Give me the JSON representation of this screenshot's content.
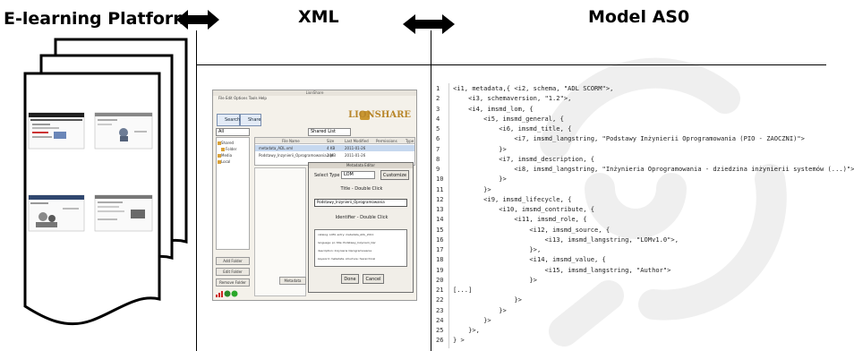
{
  "header": {
    "elearning_title": "E-learning Platform",
    "xml_title": "XML",
    "model_title": "Model AS0"
  },
  "xml_screenshot": {
    "window_title": "LionShare",
    "menu": "File  Edit  Options  Tools  Help",
    "tab_search": "Search",
    "tab_share": "Share",
    "logo": "LIONSHARE",
    "combo_left": "All",
    "combo_mid": "Shared List",
    "tree_items": [
      "Shared",
      "Folder",
      "Media",
      "Local"
    ],
    "grid_headers": [
      "File Name",
      "Size",
      "Last Modified",
      "Permissions",
      "Type"
    ],
    "grid_rows": [
      [
        "metadata_ADL.xml",
        "4 KB",
        "2011-01-26",
        "",
        ""
      ],
      [
        "Podstawy_Inzynierii_Oprogramowania.zip",
        "2 MB",
        "2011-01-26",
        "",
        ""
      ]
    ],
    "dialog_title": "Metadata Editor",
    "dialog_select_label": "Select Type",
    "dialog_select_value": "LOM",
    "dialog_browse": "Customize",
    "dialog_section1": "Title - Double Click",
    "dialog_input": "Podstawy_Inzynierii_Oprogramowania",
    "dialog_section2": "Identifier - Double Click",
    "dialog_list": [
      "catalog: LOM, entry: metadata_ADL_2011",
      "language: pl, title: Podstawy_Inzynierii_Opr",
      "description: Inzynieria Oprogramowania",
      "keyword: metadata, structure: hierarchical"
    ],
    "btn_done": "Done",
    "btn_cancel": "Cancel",
    "btn_add_folder": "Add Folder",
    "btn_edit_folder": "Edit Folder",
    "btn_remove_folder": "Remove Folder",
    "btn_metadata": "Metadata"
  },
  "code": {
    "line_numbers": [
      "1",
      "2",
      "3",
      "4",
      "5",
      "6",
      "7",
      "8",
      "9",
      "10",
      "11",
      "12",
      "13",
      "14",
      "15",
      "16",
      "17",
      "18",
      "19",
      "20",
      "21",
      "22",
      "23",
      "24",
      "25",
      "26"
    ],
    "lines": [
      "<i1, metadata,{ <i2, schema, \"ADL SCORM\">,",
      "    <i3, schemaversion, \"1.2\">,",
      "    <i4, imsmd_lom, {",
      "        <i5, imsmd_general, {",
      "            <i6, imsmd_title, {",
      "                <i7, imsmd_langstring, \"Podstawy Inżynierii Oprogramowania (PIO - ZAOCZNI)\">",
      "            }>",
      "            <i7, imsmd_description, {",
      "                <i8, imsmd_langstring, \"Inżynieria Oprogramowania - dziedzina inżynierii systemów (...)\">",
      "            }>",
      "        }>",
      "        <i9, imsmd_lifecycle, {",
      "            <i10, imsmd_contribute, {",
      "                <i11, imsmd_role, {",
      "                    <i12, imsmd_source, {",
      "                        <i13, imsmd_langstring, \"LOMv1.0\">,",
      "                    }>,",
      "                    <i14, imsmd_value, {",
      "                        <i15, imsmd_langstring, \"Author\">",
      "                    }>",
      "[...]",
      "                }>",
      "            }>",
      "        }>",
      "    }>,",
      "} >"
    ]
  },
  "colors": {
    "ink": "#000000",
    "selection": "#c6d8ef",
    "logo": "#b8862a",
    "watermark": "#eeeeee"
  }
}
